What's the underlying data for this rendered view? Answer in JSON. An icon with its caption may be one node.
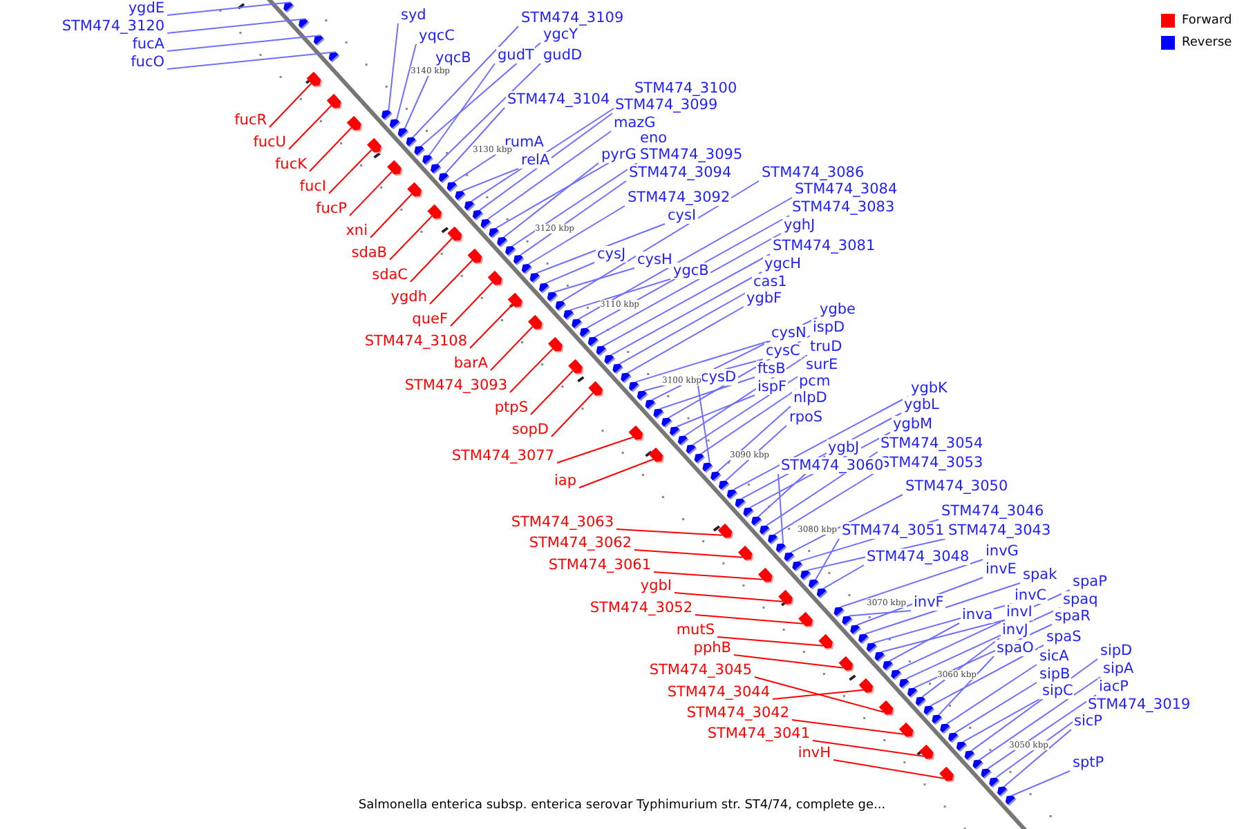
{
  "diagram": {
    "caption": "Salmonella enterica subsp. enterica serovar Typhimurium str. ST4/74, complete ge...",
    "nodes": [
      {
        "text": [
          "ygdE"
        ]
      },
      {
        "text": [
          "fucR"
        ]
      },
      {
        "text": [
          "fucU"
        ]
      },
      {
        "text": [
          "fucK"
        ]
      },
      {
        "text": [
          "fucI"
        ]
      },
      {
        "text": [
          "fucP"
        ]
      },
      {
        "text": [
          "STM474_3120"
        ]
      },
      {
        "text": [
          "fucA"
        ]
      },
      {
        "text": [
          "fucO"
        ]
      },
      {
        "text": [
          "xni"
        ]
      },
      {
        "text": [
          "sdaB"
        ]
      },
      {
        "text": [
          "sdaC"
        ]
      },
      {
        "text": [
          "ygdh"
        ]
      },
      {
        "text": [
          "queF"
        ]
      },
      {
        "text": [
          "STM474_3108"
        ]
      },
      {
        "text": [
          "barA"
        ]
      },
      {
        "text": [
          "STM474_3093"
        ]
      },
      {
        "text": [
          "ptpS"
        ]
      },
      {
        "text": [
          "sopD"
        ]
      },
      {
        "text": [
          "STM474_3077"
        ]
      },
      {
        "text": [
          "iap"
        ]
      },
      {
        "text": [
          "STM474_3063"
        ]
      },
      {
        "text": [
          "STM474_3062"
        ]
      },
      {
        "text": [
          "STM474_3061"
        ]
      },
      {
        "text": [
          "ygbI"
        ]
      },
      {
        "text": [
          "STM474_3052"
        ]
      },
      {
        "text": [
          "mutS"
        ]
      },
      {
        "text": [
          "pphB"
        ]
      },
      {
        "text": [
          "STM474_3045"
        ]
      },
      {
        "text": [
          "STM474_3044"
        ]
      },
      {
        "text": [
          "STM474_3042"
        ]
      },
      {
        "text": [
          "STM474_3041"
        ]
      },
      {
        "text": [
          "invH"
        ]
      },
      {
        "text": [
          "syd"
        ]
      },
      {
        "text": [
          "yqcC"
        ]
      },
      {
        "text": [
          "yqcB"
        ]
      },
      {
        "text": [
          "STM474_3109"
        ]
      },
      {
        "text": [
          "ygcY"
        ]
      },
      {
        "text": [
          "gudT"
        ]
      },
      {
        "text": [
          "gudD"
        ]
      },
      {
        "text": [
          "STM474_3104"
        ]
      },
      {
        "text": [
          "STM474_3100"
        ]
      },
      {
        "text": [
          "STM474_3099"
        ]
      },
      {
        "text": [
          "mazG"
        ]
      },
      {
        "text": [
          "rumA"
        ]
      },
      {
        "text": [
          "relA"
        ]
      },
      {
        "text": [
          "eno"
        ]
      },
      {
        "text": [
          "pyrG"
        ]
      },
      {
        "text": [
          "STM474_3095"
        ]
      },
      {
        "text": [
          "STM474_3094"
        ]
      },
      {
        "text": [
          "STM474_3092"
        ]
      },
      {
        "text": [
          "cysI"
        ]
      },
      {
        "text": [
          "STM474_3086"
        ]
      },
      {
        "text": [
          "STM474_3084"
        ]
      },
      {
        "text": [
          "STM474_3083"
        ]
      },
      {
        "text": [
          "yghJ"
        ]
      },
      {
        "text": [
          "STM474_3081"
        ]
      },
      {
        "text": [
          "ygcH"
        ]
      },
      {
        "text": [
          "cas1"
        ]
      },
      {
        "text": [
          "ygbF"
        ]
      },
      {
        "text": [
          "cysJ"
        ]
      },
      {
        "text": [
          "cysH"
        ]
      },
      {
        "text": [
          "ygcB"
        ]
      },
      {
        "text": [
          "ygbe"
        ]
      },
      {
        "text": [
          "ispD"
        ]
      },
      {
        "text": [
          "truD"
        ]
      },
      {
        "text": [
          "surE"
        ]
      },
      {
        "text": [
          "pcm"
        ]
      },
      {
        "text": [
          "nlpD"
        ]
      },
      {
        "text": [
          "rpoS"
        ]
      },
      {
        "text": [
          "cysN"
        ]
      },
      {
        "text": [
          "cysC"
        ]
      },
      {
        "text": [
          "ftsB"
        ]
      },
      {
        "text": [
          "ispF"
        ]
      },
      {
        "text": [
          "cysD"
        ]
      },
      {
        "text": [
          "ygbK"
        ]
      },
      {
        "text": [
          "ygbL"
        ]
      },
      {
        "text": [
          "ygbM"
        ]
      },
      {
        "text": [
          "ygbJ"
        ]
      },
      {
        "text": [
          "STM474_3054"
        ]
      },
      {
        "text": [
          "STM474_3053"
        ]
      },
      {
        "text": [
          "STM474_3060"
        ]
      },
      {
        "text": [
          "STM474_3050"
        ]
      },
      {
        "text": [
          "STM474_3046"
        ]
      },
      {
        "text": [
          "STM474_3043"
        ]
      },
      {
        "text": [
          "STM474_3051"
        ]
      },
      {
        "text": [
          "STM474_3048"
        ]
      },
      {
        "text": [
          "invG"
        ]
      },
      {
        "text": [
          "invE"
        ]
      },
      {
        "text": [
          "spak"
        ]
      },
      {
        "text": [
          "invF"
        ]
      },
      {
        "text": [
          "invC"
        ]
      },
      {
        "text": [
          "inva"
        ]
      },
      {
        "text": [
          "invI"
        ]
      },
      {
        "text": [
          "spaP"
        ]
      },
      {
        "text": [
          "spaq"
        ]
      },
      {
        "text": [
          "spaR"
        ]
      },
      {
        "text": [
          "invJ"
        ]
      },
      {
        "text": [
          "spaS"
        ]
      },
      {
        "text": [
          "spaO"
        ]
      },
      {
        "text": [
          "sicA"
        ]
      },
      {
        "text": [
          "sipB"
        ]
      },
      {
        "text": [
          "sipC"
        ]
      },
      {
        "text": [
          "sipD"
        ]
      },
      {
        "text": [
          "sipA"
        ]
      },
      {
        "text": [
          "iacP"
        ]
      },
      {
        "text": [
          "STM474_3019"
        ]
      },
      {
        "text": [
          "sicP"
        ]
      },
      {
        "text": [
          "sptP"
        ]
      },
      {
        "text": [],
        "shape": "arrow"
      },
      {
        "text": [],
        "shape": "arrow"
      },
      {
        "text": [],
        "shape": "arrow"
      },
      {
        "text": [],
        "shape": "arrow"
      },
      {
        "text": [],
        "shape": "arrow"
      },
      {
        "text": [],
        "shape": "arrow"
      },
      {
        "text": [],
        "shape": "arrow"
      },
      {
        "text": [],
        "shape": "arrow"
      },
      {
        "text": [],
        "shape": "arrow"
      },
      {
        "text": [],
        "shape": "arrow"
      },
      {
        "text": [],
        "shape": "arrow"
      },
      {
        "text": [],
        "shape": "arrow"
      },
      {
        "text": [],
        "shape": "arrow"
      },
      {
        "text": [],
        "shape": "arrow"
      },
      {
        "text": [],
        "shape": "arrow"
      },
      {
        "text": [],
        "shape": "arrow"
      },
      {
        "text": [],
        "shape": "arrow"
      },
      {
        "text": [],
        "shape": "arrow"
      },
      {
        "text": [],
        "shape": "arrow"
      },
      {
        "text": [],
        "shape": "arrow"
      },
      {
        "text": [],
        "shape": "arrow"
      },
      {
        "text": [],
        "shape": "arrow"
      },
      {
        "text": [],
        "shape": "arrow"
      },
      {
        "text": [],
        "shape": "arrow"
      },
      {
        "text": [],
        "shape": "arrow"
      },
      {
        "text": [],
        "shape": "arrow"
      },
      {
        "text": [],
        "shape": "arrow"
      },
      {
        "text": [],
        "shape": "arrow"
      },
      {
        "text": [],
        "shape": "arrow"
      },
      {
        "text": [],
        "shape": "arrow"
      },
      {
        "text": [],
        "shape": "arrow"
      },
      {
        "text": [],
        "shape": "arrow"
      },
      {
        "text": [],
        "shape": "arrow"
      },
      {
        "text": [],
        "shape": "arrow"
      },
      {
        "text": [],
        "shape": "arrow"
      },
      {
        "text": [],
        "shape": "arrow"
      },
      {
        "text": [],
        "shape": "arrow"
      },
      {
        "text": [],
        "shape": "arrow"
      },
      {
        "text": [],
        "shape": "arrow"
      },
      {
        "text": [],
        "shape": "arrow"
      },
      {
        "text": [],
        "shape": "arrow"
      },
      {
        "text": [],
        "shape": "arrow"
      },
      {
        "text": [],
        "shape": "arrow"
      },
      {
        "text": [],
        "shape": "arrow"
      },
      {
        "text": [],
        "shape": "arrow"
      },
      {
        "text": [],
        "shape": "arrow"
      },
      {
        "text": [],
        "shape": "arrow"
      },
      {
        "text": [],
        "shape": "arrow"
      },
      {
        "text": [],
        "shape": "arrow"
      },
      {
        "text": [],
        "shape": "arrow"
      },
      {
        "text": [],
        "shape": "arrow"
      },
      {
        "text": [],
        "shape": "arrow"
      },
      {
        "text": [],
        "shape": "arrow"
      },
      {
        "text": [],
        "shape": "arrow"
      },
      {
        "text": [],
        "shape": "arrow"
      },
      {
        "text": [],
        "shape": "arrow"
      },
      {
        "text": [],
        "shape": "arrow"
      },
      {
        "text": [],
        "shape": "arrow"
      },
      {
        "text": [],
        "shape": "arrow"
      },
      {
        "text": [],
        "shape": "arrow"
      },
      {
        "text": [],
        "shape": "arrow"
      },
      {
        "text": [],
        "shape": "arrow"
      },
      {
        "text": [],
        "shape": "arrow"
      },
      {
        "text": [],
        "shape": "arrow"
      },
      {
        "text": [],
        "shape": "arrow"
      },
      {
        "text": [],
        "shape": "arrow"
      },
      {
        "text": [],
        "shape": "arrow"
      },
      {
        "text": [],
        "shape": "arrow"
      },
      {
        "text": [],
        "shape": "arrow"
      },
      {
        "text": [],
        "shape": "arrow"
      },
      {
        "text": [],
        "shape": "arrow"
      },
      {
        "text": [],
        "shape": "arrow"
      },
      {
        "text": [],
        "shape": "arrow"
      },
      {
        "text": [],
        "shape": "arrow"
      },
      {
        "text": [],
        "shape": "arrow"
      },
      {
        "text": [],
        "shape": "arrow"
      },
      {
        "text": [],
        "shape": "arrow"
      },
      {
        "text": [],
        "shape": "arrow"
      },
      {
        "text": [],
        "shape": "arrow"
      },
      {
        "text": [],
        "shape": "arrow"
      },
      {
        "text": [],
        "shape": "arrow"
      },
      {
        "text": [],
        "shape": "arrow"
      },
      {
        "text": [],
        "shape": "arrow"
      },
      {
        "text": [],
        "shape": "arrow"
      },
      {
        "text": [],
        "shape": "arrow"
      },
      {
        "text": [],
        "shape": "arrow"
      },
      {
        "text": [],
        "shape": "arrow"
      },
      {
        "text": [],
        "shape": "arrow"
      },
      {
        "text": [],
        "shape": "arrow"
      },
      {
        "text": [],
        "shape": "arrow"
      },
      {
        "text": [],
        "shape": "arrow"
      },
      {
        "text": [],
        "shape": "arrow"
      },
      {
        "text": [],
        "shape": "arrow"
      },
      {
        "text": [],
        "shape": "arrow"
      },
      {
        "text": [],
        "shape": "arrow"
      },
      {
        "text": [],
        "shape": "arrow"
      },
      {
        "text": [],
        "shape": "arrow"
      },
      {
        "text": [],
        "shape": "arrow"
      },
      {
        "text": [],
        "shape": "arrow"
      },
      {
        "text": [],
        "shape": "arrow"
      },
      {
        "text": [],
        "shape": "arrow"
      },
      {
        "text": [],
        "shape": "arrow"
      },
      {
        "text": [],
        "shape": "arrow"
      },
      {
        "text": [],
        "shape": "arrow"
      },
      {
        "text": [],
        "shape": "arrow"
      },
      {
        "text": [],
        "shape": "arrow"
      },
      {
        "text": [],
        "shape": "arrow"
      },
      {
        "text": [],
        "shape": "arrow"
      },
      {
        "text": [],
        "shape": "arrow"
      }
    ],
    "edges": [
      {
        "from": 0,
        "to": 109,
        "arrow": "none"
      },
      {
        "from": 1,
        "to": 110,
        "arrow": "none",
        "color": "#ff0000"
      },
      {
        "from": 2,
        "to": 111,
        "arrow": "none",
        "color": "#ff0000"
      },
      {
        "from": 3,
        "to": 112,
        "arrow": "none",
        "color": "#ff0000"
      },
      {
        "from": 4,
        "to": 113,
        "arrow": "none",
        "color": "#ff0000"
      },
      {
        "from": 5,
        "to": 114,
        "arrow": "none",
        "color": "#ff0000"
      },
      {
        "from": 6,
        "to": 115,
        "arrow": "none"
      },
      {
        "from": 7,
        "to": 116,
        "arrow": "none"
      },
      {
        "from": 8,
        "to": 117,
        "arrow": "none"
      },
      {
        "from": 9,
        "to": 118,
        "arrow": "none",
        "color": "#ff0000"
      },
      {
        "from": 10,
        "to": 119,
        "arrow": "none",
        "color": "#ff0000"
      },
      {
        "from": 11,
        "to": 120,
        "arrow": "none",
        "color": "#ff0000"
      },
      {
        "from": 12,
        "to": 121,
        "arrow": "none",
        "color": "#ff0000"
      },
      {
        "from": 13,
        "to": 122,
        "arrow": "none",
        "color": "#ff0000"
      },
      {
        "from": 14,
        "to": 123,
        "arrow": "none",
        "color": "#ff0000"
      },
      {
        "from": 15,
        "to": 124,
        "arrow": "none",
        "color": "#ff0000"
      },
      {
        "from": 16,
        "to": 125,
        "arrow": "none",
        "color": "#ff0000"
      },
      {
        "from": 17,
        "to": 126,
        "arrow": "none",
        "color": "#ff0000"
      },
      {
        "from": 18,
        "to": 127,
        "arrow": "none",
        "color": "#ff0000"
      },
      {
        "from": 19,
        "to": 128,
        "arrow": "none",
        "color": "#ff0000"
      },
      {
        "from": 20,
        "to": 129,
        "arrow": "none",
        "color": "#ff0000"
      },
      {
        "from": 21,
        "to": 130,
        "arrow": "none",
        "color": "#ff0000"
      },
      {
        "from": 22,
        "to": 131,
        "arrow": "none",
        "color": "#ff0000"
      },
      {
        "from": 23,
        "to": 132,
        "arrow": "none",
        "color": "#ff0000"
      },
      {
        "from": 24,
        "to": 133,
        "arrow": "none",
        "color": "#ff0000"
      },
      {
        "from": 25,
        "to": 134,
        "arrow": "none",
        "color": "#ff0000"
      },
      {
        "from": 26,
        "to": 135,
        "arrow": "none",
        "color": "#ff0000"
      },
      {
        "from": 27,
        "to": 136,
        "arrow": "none",
        "color": "#ff0000"
      },
      {
        "from": 28,
        "to": 137,
        "arrow": "none",
        "color": "#ff0000"
      },
      {
        "from": 29,
        "to": 138,
        "arrow": "none",
        "color": "#ff0000"
      },
      {
        "from": 30,
        "to": 139,
        "arrow": "none",
        "color": "#ff0000"
      },
      {
        "from": 31,
        "to": 140,
        "arrow": "none",
        "color": "#ff0000"
      },
      {
        "from": 32,
        "to": 141,
        "arrow": "none",
        "color": "#ff0000"
      },
      {
        "from": 33,
        "to": 142,
        "arrow": "none"
      },
      {
        "from": 34,
        "to": 143,
        "arrow": "none"
      },
      {
        "from": 35,
        "to": 144,
        "arrow": "none"
      },
      {
        "from": 36,
        "to": 145,
        "arrow": "none"
      },
      {
        "from": 37,
        "to": 146,
        "arrow": "none"
      },
      {
        "from": 38,
        "to": 147,
        "arrow": "none"
      },
      {
        "from": 39,
        "to": 148,
        "arrow": "none"
      },
      {
        "from": 40,
        "to": 149,
        "arrow": "none"
      },
      {
        "from": 41,
        "to": 150,
        "arrow": "none"
      },
      {
        "from": 42,
        "to": 151,
        "arrow": "none"
      },
      {
        "from": 43,
        "to": 152,
        "arrow": "none"
      },
      {
        "from": 44,
        "to": 153,
        "arrow": "none"
      },
      {
        "from": 45,
        "to": 154,
        "arrow": "none"
      },
      {
        "from": 46,
        "to": 155,
        "arrow": "none"
      },
      {
        "from": 47,
        "to": 156,
        "arrow": "none"
      },
      {
        "from": 48,
        "to": 157,
        "arrow": "none"
      },
      {
        "from": 49,
        "to": 158,
        "arrow": "none"
      },
      {
        "from": 50,
        "to": 159,
        "arrow": "none"
      },
      {
        "from": 51,
        "to": 160,
        "arrow": "none"
      },
      {
        "from": 52,
        "to": 161,
        "arrow": "none"
      },
      {
        "from": 53,
        "to": 162,
        "arrow": "none"
      },
      {
        "from": 54,
        "to": 163,
        "arrow": "none"
      },
      {
        "from": 55,
        "to": 164,
        "arrow": "none"
      },
      {
        "from": 56,
        "to": 165,
        "arrow": "none"
      },
      {
        "from": 57,
        "to": 166,
        "arrow": "none"
      },
      {
        "from": 58,
        "to": 167,
        "arrow": "none"
      },
      {
        "from": 59,
        "to": 168,
        "arrow": "none"
      },
      {
        "from": 60,
        "to": 169,
        "arrow": "none"
      },
      {
        "from": 61,
        "to": 170,
        "arrow": "none"
      },
      {
        "from": 62,
        "to": 171,
        "arrow": "none"
      },
      {
        "from": 63,
        "to": 172,
        "arrow": "none"
      },
      {
        "from": 64,
        "to": 173,
        "arrow": "none"
      },
      {
        "from": 65,
        "to": 174,
        "arrow": "none"
      },
      {
        "from": 66,
        "to": 175,
        "arrow": "none"
      },
      {
        "from": 67,
        "to": 176,
        "arrow": "none"
      },
      {
        "from": 68,
        "to": 177,
        "arrow": "none"
      },
      {
        "from": 69,
        "to": 178,
        "arrow": "none"
      },
      {
        "from": 70,
        "to": 179,
        "arrow": "none"
      },
      {
        "from": 71,
        "to": 180,
        "arrow": "none"
      },
      {
        "from": 72,
        "to": 181,
        "arrow": "none"
      },
      {
        "from": 73,
        "to": 182,
        "arrow": "none"
      },
      {
        "from": 74,
        "to": 183,
        "arrow": "none"
      },
      {
        "from": 75,
        "to": 184,
        "arrow": "none"
      },
      {
        "from": 76,
        "to": 185,
        "arrow": "none"
      },
      {
        "from": 77,
        "to": 186,
        "arrow": "none"
      },
      {
        "from": 78,
        "to": 187,
        "arrow": "none"
      },
      {
        "from": 79,
        "to": 188,
        "arrow": "none"
      },
      {
        "from": 80,
        "to": 189,
        "arrow": "none"
      },
      {
        "from": 81,
        "to": 190,
        "arrow": "none"
      },
      {
        "from": 82,
        "to": 191,
        "arrow": "none"
      },
      {
        "from": 83,
        "to": 192,
        "arrow": "none"
      },
      {
        "from": 84,
        "to": 193,
        "arrow": "none"
      },
      {
        "from": 85,
        "to": 194,
        "arrow": "none"
      },
      {
        "from": 86,
        "to": 195,
        "arrow": "none"
      },
      {
        "from": 87,
        "to": 196,
        "arrow": "none"
      },
      {
        "from": 88,
        "to": 197,
        "arrow": "none"
      },
      {
        "from": 89,
        "to": 198,
        "arrow": "none"
      },
      {
        "from": 90,
        "to": 199,
        "arrow": "none"
      },
      {
        "from": 91,
        "to": 200,
        "arrow": "none"
      },
      {
        "from": 92,
        "to": 201,
        "arrow": "none"
      },
      {
        "from": 93,
        "to": 202,
        "arrow": "none"
      },
      {
        "from": 94,
        "to": 203,
        "arrow": "none"
      },
      {
        "from": 95,
        "to": 204,
        "arrow": "none"
      },
      {
        "from": 96,
        "to": 205,
        "arrow": "none"
      },
      {
        "from": 97,
        "to": 206,
        "arrow": "none"
      },
      {
        "from": 98,
        "to": 207,
        "arrow": "none"
      },
      {
        "from": 99,
        "to": 208,
        "arrow": "none"
      },
      {
        "from": 100,
        "to": 209,
        "arrow": "none"
      },
      {
        "from": 101,
        "to": 210,
        "arrow": "none"
      },
      {
        "from": 102,
        "to": 211,
        "arrow": "none"
      },
      {
        "from": 103,
        "to": 212,
        "arrow": "none"
      },
      {
        "from": 104,
        "to": 213,
        "arrow": "none"
      },
      {
        "from": 105,
        "to": 214,
        "arrow": "none"
      },
      {
        "from": 106,
        "to": 215,
        "arrow": "none"
      },
      {
        "from": 107,
        "to": 216,
        "arrow": "none"
      },
      {
        "from": 108,
        "to": 217,
        "arrow": "none"
      }
    ],
    "labels": [
      "3140 kbp",
      "3130 kbp",
      "3120 kbp",
      "3110 kbp",
      "3100 kbp",
      "3090 kbp",
      "3080 kbp",
      "3070 kbp",
      "3060 kbp",
      "3050 kbp"
    ],
    "legend": [
      {
        "text": "Forward",
        "color": "#ff0000"
      },
      {
        "text": "Reverse",
        "color": "#0000ff"
      }
    ]
  }
}
